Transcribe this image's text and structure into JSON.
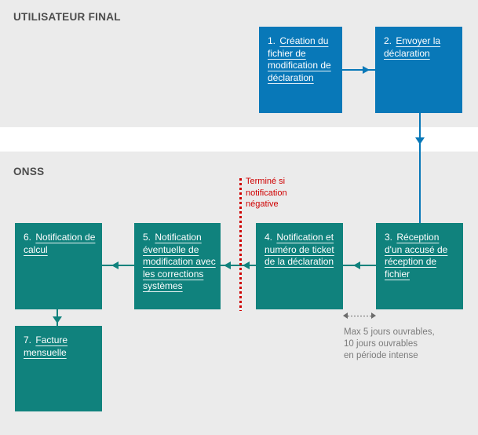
{
  "lanes": {
    "end_user": {
      "label": "UTILISATEUR FINAL"
    },
    "onss": {
      "label": "ONSS"
    }
  },
  "steps": [
    {
      "number": "1.",
      "label": "Création du fichier de modification de déclaration"
    },
    {
      "number": "2.",
      "label": "Envoyer la déclaration"
    },
    {
      "number": "3.",
      "label": "Réception d'un accusé de réception de fichier"
    },
    {
      "number": "4.",
      "label": "Notification et numéro de ticket de la déclaration"
    },
    {
      "number": "5.",
      "label": "Notification éventuelle de modification avec les corrections systèmes"
    },
    {
      "number": "6.",
      "label": "Notification de calcul"
    },
    {
      "number": "7.",
      "label": "Facture mensuelle"
    }
  ],
  "annotations": {
    "terminated_note": "Terminé si notification négative",
    "delay_note_lines": [
      "Max 5 jours ouvrables,",
      "10 jours ouvrables",
      "en période intense"
    ]
  },
  "colors": {
    "end_user_box": "#0878b8",
    "onss_box": "#10827d",
    "alert_red": "#cf0000",
    "lane_background": "#ebebeb",
    "note_gray": "#7b7b7b"
  }
}
